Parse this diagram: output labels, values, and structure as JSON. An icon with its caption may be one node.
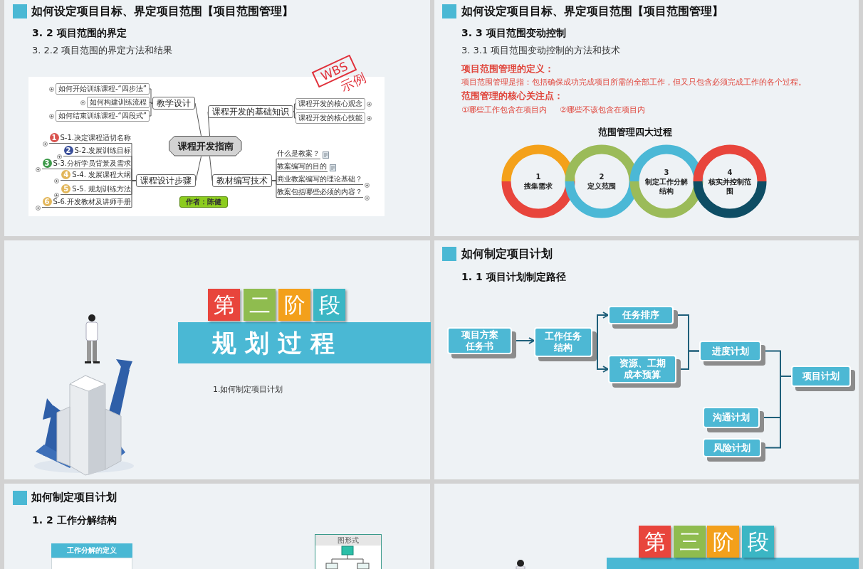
{
  "diagram": {
    "nodes": [
      {
        "text": [
          "课程开发指南"
        ]
      },
      {
        "text": [
          "教学设计"
        ]
      },
      {
        "text": [
          "如何开始训练课程-“四步法”"
        ]
      },
      {
        "text": [
          "如何构建训练流程"
        ]
      },
      {
        "text": [
          "如何结束训练课程-“四段式”"
        ]
      },
      {
        "text": [
          "课程开发的基础知识"
        ]
      },
      {
        "text": [
          "课程开发的核心观念"
        ]
      },
      {
        "text": [
          "课程开发的核心技能"
        ]
      },
      {
        "text": [
          "课程设计步骤"
        ]
      },
      {
        "text": [
          "1",
          "S-1.决定课程适切名称"
        ]
      },
      {
        "text": [
          "2",
          "S-2.发展训练目标"
        ]
      },
      {
        "text": [
          "3",
          "S-3.分析学员背景及需求"
        ]
      },
      {
        "text": [
          "4",
          "S-4. 发展课程大纲"
        ]
      },
      {
        "text": [
          "5",
          "S-5. 规划训练方法"
        ]
      },
      {
        "text": [
          "6",
          "S-6.开发教材及讲师手册"
        ]
      },
      {
        "text": [
          "教材编写技术"
        ]
      },
      {
        "text": [
          "什么是教案？"
        ]
      },
      {
        "text": [
          "教案编写的目的"
        ]
      },
      {
        "text": [
          "商业教案编写的理论基础？"
        ]
      },
      {
        "text": [
          "教案包括哪些必须的内容？"
        ]
      },
      {
        "text": [
          "作者：陈健"
        ]
      },
      {
        "text": [
          "1",
          "搜集需求"
        ]
      },
      {
        "text": [
          "2",
          "定义范围"
        ]
      },
      {
        "text": [
          "3",
          "制定工作分解结构"
        ]
      },
      {
        "text": [
          "4",
          "核实并控制范围"
        ]
      },
      {
        "text": [
          "项目方案任务书"
        ]
      },
      {
        "text": [
          "工作任务结构"
        ]
      },
      {
        "text": [
          "任务排序"
        ]
      },
      {
        "text": [
          "资源、工期成本预算"
        ]
      },
      {
        "text": [
          "进度计划"
        ]
      },
      {
        "text": [
          "项目计划"
        ]
      },
      {
        "text": [
          "沟通计划"
        ]
      },
      {
        "text": [
          "风险计划"
        ]
      }
    ],
    "edges": [
      {
        "from": 0,
        "to": 1,
        "arrow": "none"
      },
      {
        "from": 0,
        "to": 5,
        "arrow": "none"
      },
      {
        "from": 0,
        "to": 8,
        "arrow": "none"
      },
      {
        "from": 0,
        "to": 15,
        "arrow": "none"
      },
      {
        "from": 1,
        "to": 2,
        "arrow": "none"
      },
      {
        "from": 1,
        "to": 3,
        "arrow": "none"
      },
      {
        "from": 1,
        "to": 4,
        "arrow": "none"
      },
      {
        "from": 5,
        "to": 6,
        "arrow": "none"
      },
      {
        "from": 5,
        "to": 7,
        "arrow": "none"
      },
      {
        "from": 8,
        "to": 9,
        "arrow": "none"
      },
      {
        "from": 8,
        "to": 10,
        "arrow": "none"
      },
      {
        "from": 8,
        "to": 11,
        "arrow": "none"
      },
      {
        "from": 8,
        "to": 12,
        "arrow": "none"
      },
      {
        "from": 8,
        "to": 13,
        "arrow": "none"
      },
      {
        "from": 8,
        "to": 14,
        "arrow": "none"
      },
      {
        "from": 15,
        "to": 16,
        "arrow": "none"
      },
      {
        "from": 15,
        "to": 17,
        "arrow": "none"
      },
      {
        "from": 15,
        "to": 18,
        "arrow": "none"
      },
      {
        "from": 15,
        "to": 19,
        "arrow": "none"
      },
      {
        "from": 25,
        "to": 26,
        "arrow": "to"
      },
      {
        "from": 26,
        "to": 27,
        "arrow": "to"
      },
      {
        "from": 26,
        "to": 28,
        "arrow": "to"
      },
      {
        "from": 27,
        "to": 29,
        "arrow": "none"
      },
      {
        "from": 28,
        "to": 29,
        "arrow": "none"
      },
      {
        "from": 29,
        "to": 30,
        "arrow": "none"
      },
      {
        "from": 31,
        "to": 30,
        "arrow": "none"
      },
      {
        "from": 32,
        "to": 30,
        "arrow": "none"
      }
    ],
    "labels": [
      "如何设定项目目标、界定项目范围【项目范围管理】",
      "3. 2 项目范围的界定",
      "3. 2.2 项目范围的界定方法和结果",
      "WBS",
      "示例",
      "如何设定项目目标、界定项目范围【项目范围管理】",
      "3. 3 项目范围变动控制",
      "3. 3.1 项目范围变动控制的方法和技术",
      "项目范围管理的定义：",
      "项目范围管理是指：包括确保成功完成项目所需的全部工作，但又只包含必须完成工作的各个过程。",
      "范围管理的核心关注点：",
      "①哪些工作包含在项目内",
      "②哪些不该包含在项目内",
      "范围管理四大过程",
      "第",
      "二",
      "阶",
      "段",
      "规划过程",
      "1.如何制定项目计划",
      "如何制定项目计划",
      "1. 1 项目计划制定路径",
      "如何制定项目计划",
      "1. 2 工作分解结构",
      "工作分解的定义",
      "图形式",
      "第",
      "三",
      "阶",
      "段"
    ]
  }
}
